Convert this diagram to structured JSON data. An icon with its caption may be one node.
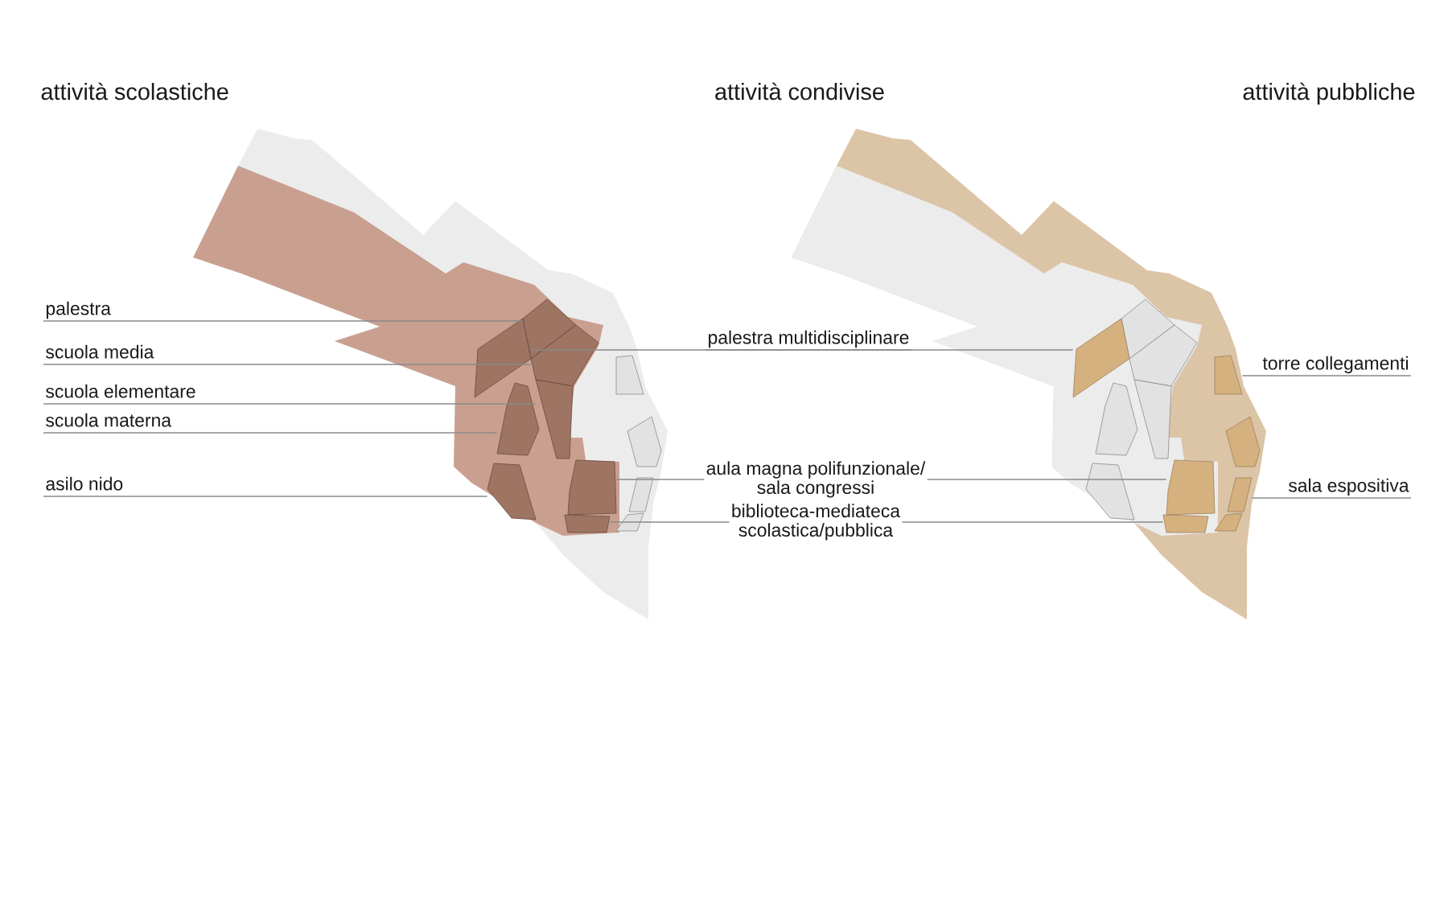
{
  "diagram": {
    "nodes": [
      {
        "text": [
          "palestra"
        ]
      },
      {
        "text": [
          "scuola media"
        ]
      },
      {
        "text": [
          "scuola elementare"
        ]
      },
      {
        "text": [
          "scuola materna"
        ]
      },
      {
        "text": [
          "asilo nido"
        ]
      },
      {
        "text": [
          "palestra multidisciplinare"
        ]
      },
      {
        "text": [
          "aula magna polifunzionale/ sala congressi"
        ]
      },
      {
        "text": [
          "biblioteca-mediateca scolastica/pubblica"
        ]
      },
      {
        "text": [
          "torre collegamenti"
        ]
      },
      {
        "text": [
          "sala espositiva"
        ]
      },
      {
        "text": [],
        "shape": "polygon"
      },
      {
        "text": [],
        "shape": "polygon"
      },
      {
        "text": [],
        "shape": "polygon"
      },
      {
        "text": [],
        "shape": "polygon"
      },
      {
        "text": [],
        "shape": "polygon"
      },
      {
        "text": [],
        "shape": "polygon"
      },
      {
        "text": [],
        "shape": "polygon"
      },
      {
        "text": [],
        "shape": "polygon"
      },
      {
        "text": [],
        "shape": "polygon"
      },
      {
        "text": [],
        "shape": "polygon"
      },
      {
        "text": [],
        "shape": "polygon"
      },
      {
        "text": [],
        "shape": "polygon"
      },
      {
        "text": [],
        "shape": "polygon"
      }
    ],
    "edges": [
      {
        "from": 0,
        "to": 10,
        "arrow": "none"
      },
      {
        "from": 1,
        "to": 11,
        "arrow": "none"
      },
      {
        "from": 2,
        "to": 12,
        "arrow": "none"
      },
      {
        "from": 3,
        "to": 13,
        "arrow": "none"
      },
      {
        "from": 4,
        "to": 14,
        "arrow": "none"
      },
      {
        "from": 5,
        "to": 15,
        "arrow": "none"
      },
      {
        "from": 5,
        "to": 16,
        "arrow": "none"
      },
      {
        "from": 6,
        "to": 17,
        "arrow": "none"
      },
      {
        "from": 6,
        "to": 18,
        "arrow": "none"
      },
      {
        "from": 7,
        "to": 19,
        "arrow": "none"
      },
      {
        "from": 7,
        "to": 20,
        "arrow": "none"
      },
      {
        "from": 8,
        "to": 21,
        "arrow": "none"
      },
      {
        "from": 9,
        "to": 22,
        "arrow": "none"
      }
    ],
    "labels": [
      "attività scolastiche",
      "attività condivise",
      "attività pubbliche"
    ]
  }
}
